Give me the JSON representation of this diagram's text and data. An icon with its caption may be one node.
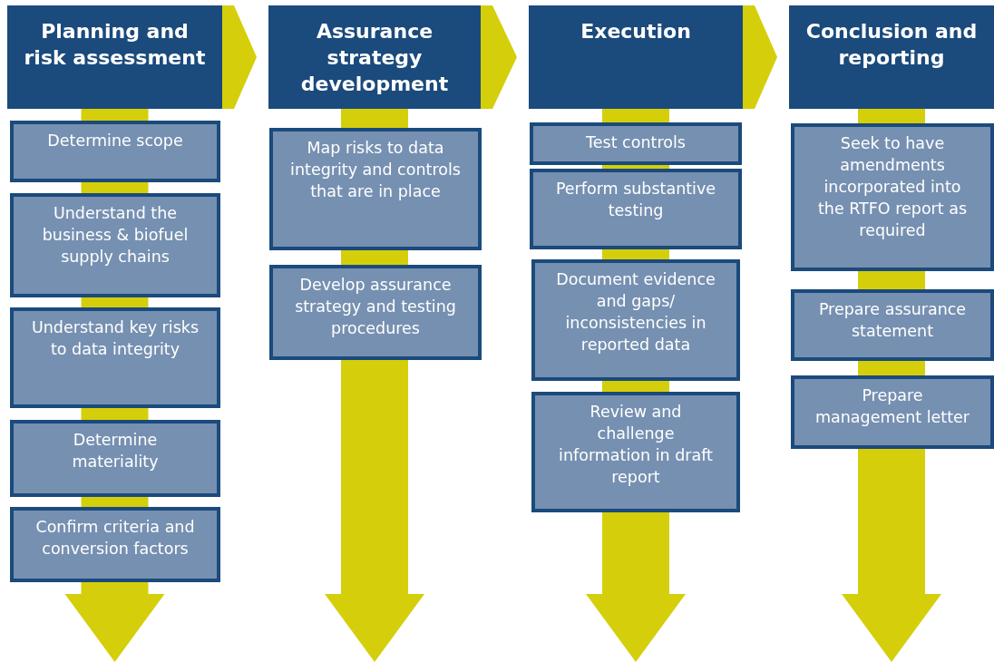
{
  "diagram": {
    "nodes": [
      {
        "text": [
          "Planning and risk assessment"
        ]
      },
      {
        "text": [
          "Assurance strategy development"
        ]
      },
      {
        "text": [
          "Execution"
        ]
      },
      {
        "text": [
          "Conclusion and reporting"
        ]
      },
      {
        "text": [
          "Determine scope"
        ]
      },
      {
        "text": [
          "Understand the business & biofuel supply chains"
        ]
      },
      {
        "text": [
          "Understand key risks to data integrity"
        ]
      },
      {
        "text": [
          "Determine materiality"
        ]
      },
      {
        "text": [
          "Confirm criteria and conversion factors"
        ]
      },
      {
        "text": [
          "Map risks to data integrity and controls that are in place"
        ]
      },
      {
        "text": [
          "Develop assurance strategy and testing procedures"
        ]
      },
      {
        "text": [
          "Test controls"
        ]
      },
      {
        "text": [
          "Perform substantive testing"
        ]
      },
      {
        "text": [
          "Document evidence and gaps/ inconsistencies in reported data"
        ]
      },
      {
        "text": [
          "Review and challenge information in draft report"
        ]
      },
      {
        "text": [
          "Seek to have amendments incorporated into the RTFO report as required"
        ]
      },
      {
        "text": [
          "Prepare assurance statement"
        ]
      },
      {
        "text": [
          "Prepare management letter"
        ]
      }
    ],
    "edges": [
      {
        "from": 0,
        "to": 1,
        "arrow": "to"
      },
      {
        "from": 1,
        "to": 2,
        "arrow": "to"
      },
      {
        "from": 2,
        "to": 3,
        "arrow": "to"
      }
    ]
  }
}
